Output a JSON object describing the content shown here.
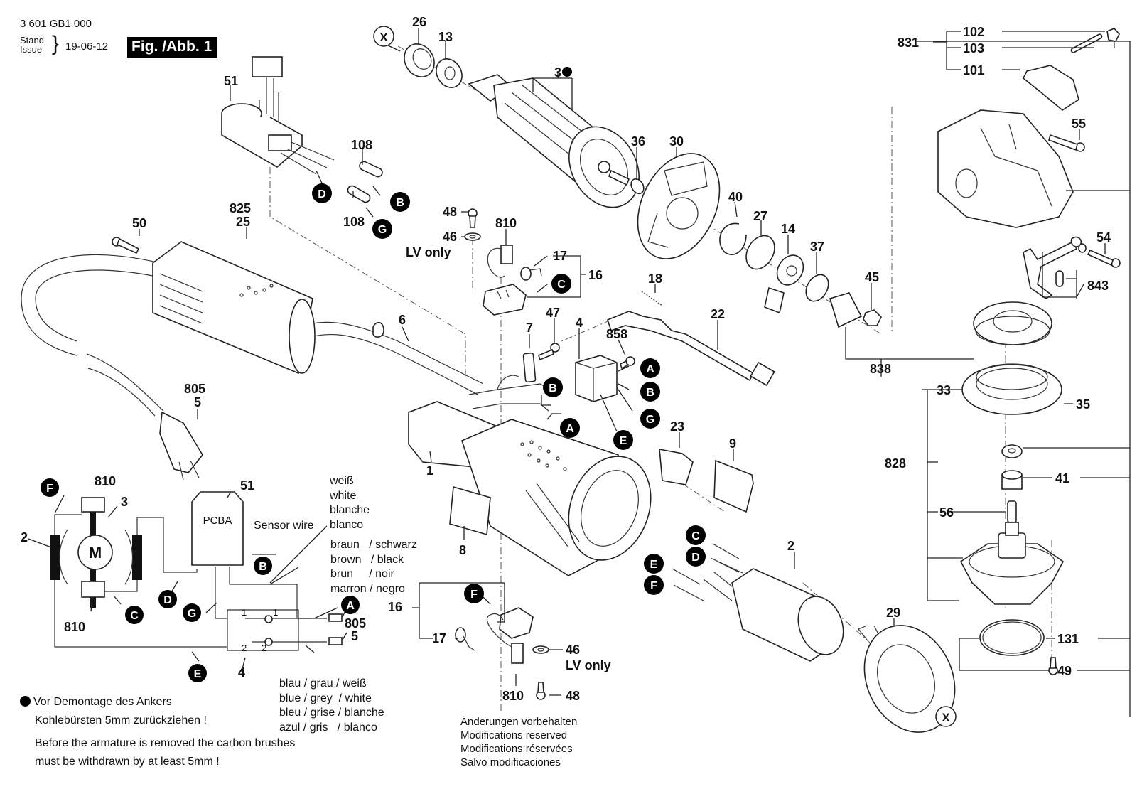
{
  "header": {
    "part_number": "3 601 GB1 000",
    "stand_label": "Stand",
    "issue_label": "Issue",
    "date": "19-06-12",
    "figure_label": "Fig. /Abb. 1"
  },
  "parts": {
    "p26": "26",
    "p13": "13",
    "p3": "3",
    "p36": "36",
    "p30": "30",
    "p40": "40",
    "p27": "27",
    "p14": "14",
    "p37": "37",
    "p45": "45",
    "p51": "51",
    "p108a": "108",
    "p108b": "108",
    "p48a": "48",
    "p46a": "46",
    "lv_only_a": "LV only",
    "p810a": "810",
    "p17a": "17",
    "p16a": "16",
    "p18": "18",
    "p22": "22",
    "p50": "50",
    "p825": "825",
    "p25": "25",
    "p6": "6",
    "p7": "7",
    "p47": "47",
    "p4": "4",
    "p858": "858",
    "p805": "805",
    "p5": "5",
    "p1": "1",
    "p23": "23",
    "p9": "9",
    "p8": "8",
    "p2": "2",
    "p29": "29",
    "p16b": "16",
    "p17b": "17",
    "p46b": "46",
    "lv_only_b": "LV only",
    "p810b": "810",
    "p48b": "48",
    "p831": "831",
    "p102": "102",
    "p103": "103",
    "p101": "101",
    "p55": "55",
    "p54": "54",
    "p843": "843",
    "p838": "838",
    "p33": "33",
    "p35": "35",
    "p828": "828",
    "p41": "41",
    "p56": "56",
    "p131": "131",
    "p49": "49"
  },
  "connectors": {
    "A": "A",
    "B": "B",
    "C": "C",
    "D": "D",
    "E": "E",
    "F": "F",
    "G": "G",
    "X": "X"
  },
  "schematic": {
    "motor": "M",
    "pcba": "PCBA",
    "sensor_wire": "Sensor wire",
    "p2": "2",
    "p3": "3",
    "p810_top": "810",
    "p810_bottom": "810",
    "p51": "51",
    "p4": "4",
    "p805": "805",
    "p5": "5",
    "switch_pos_1a": "1",
    "switch_pos_1b": "1",
    "switch_pos_2a": "2",
    "switch_pos_2b": "2",
    "white_colors": "weiß\nwhite\nblanche\nblanco",
    "brown_black_colors": "braun   / schwarz\nbrown   / black\nbrun     / noir\nmarron / negro",
    "blue_grey_white_colors": "blau / grau / weiß\nblue / grey  / white\nbleu / grise / blanche\nazul / gris   / blanco"
  },
  "notes": {
    "de_line1": "Vor Demontage des Ankers",
    "de_line2": "Kohlebürsten 5mm zurückziehen !",
    "en_line1": "Before the armature is removed the carbon brushes",
    "en_line2": "must be withdrawn by at least 5mm !"
  },
  "footer": {
    "de": "Änderungen vorbehalten",
    "en": "Modifications reserved",
    "fr": "Modifications réservées",
    "es": "Salvo modificaciones"
  }
}
